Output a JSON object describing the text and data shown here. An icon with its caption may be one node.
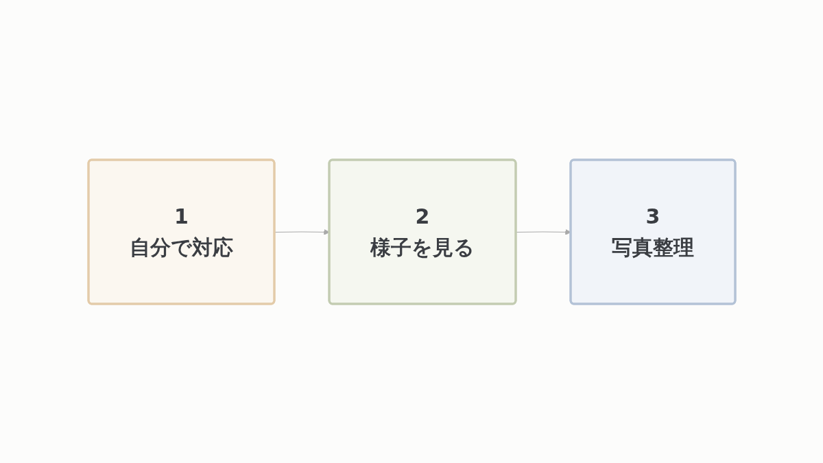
{
  "diagram": {
    "nodes": [
      {
        "text": [
          "1",
          "自分で対応"
        ]
      },
      {
        "text": [
          "2",
          "様子を見る"
        ]
      },
      {
        "text": [
          "3",
          "写真整理"
        ]
      }
    ],
    "edges": [
      {
        "from": 0,
        "to": 1,
        "arrow": "to"
      },
      {
        "from": 1,
        "to": 2,
        "arrow": "to"
      }
    ]
  }
}
